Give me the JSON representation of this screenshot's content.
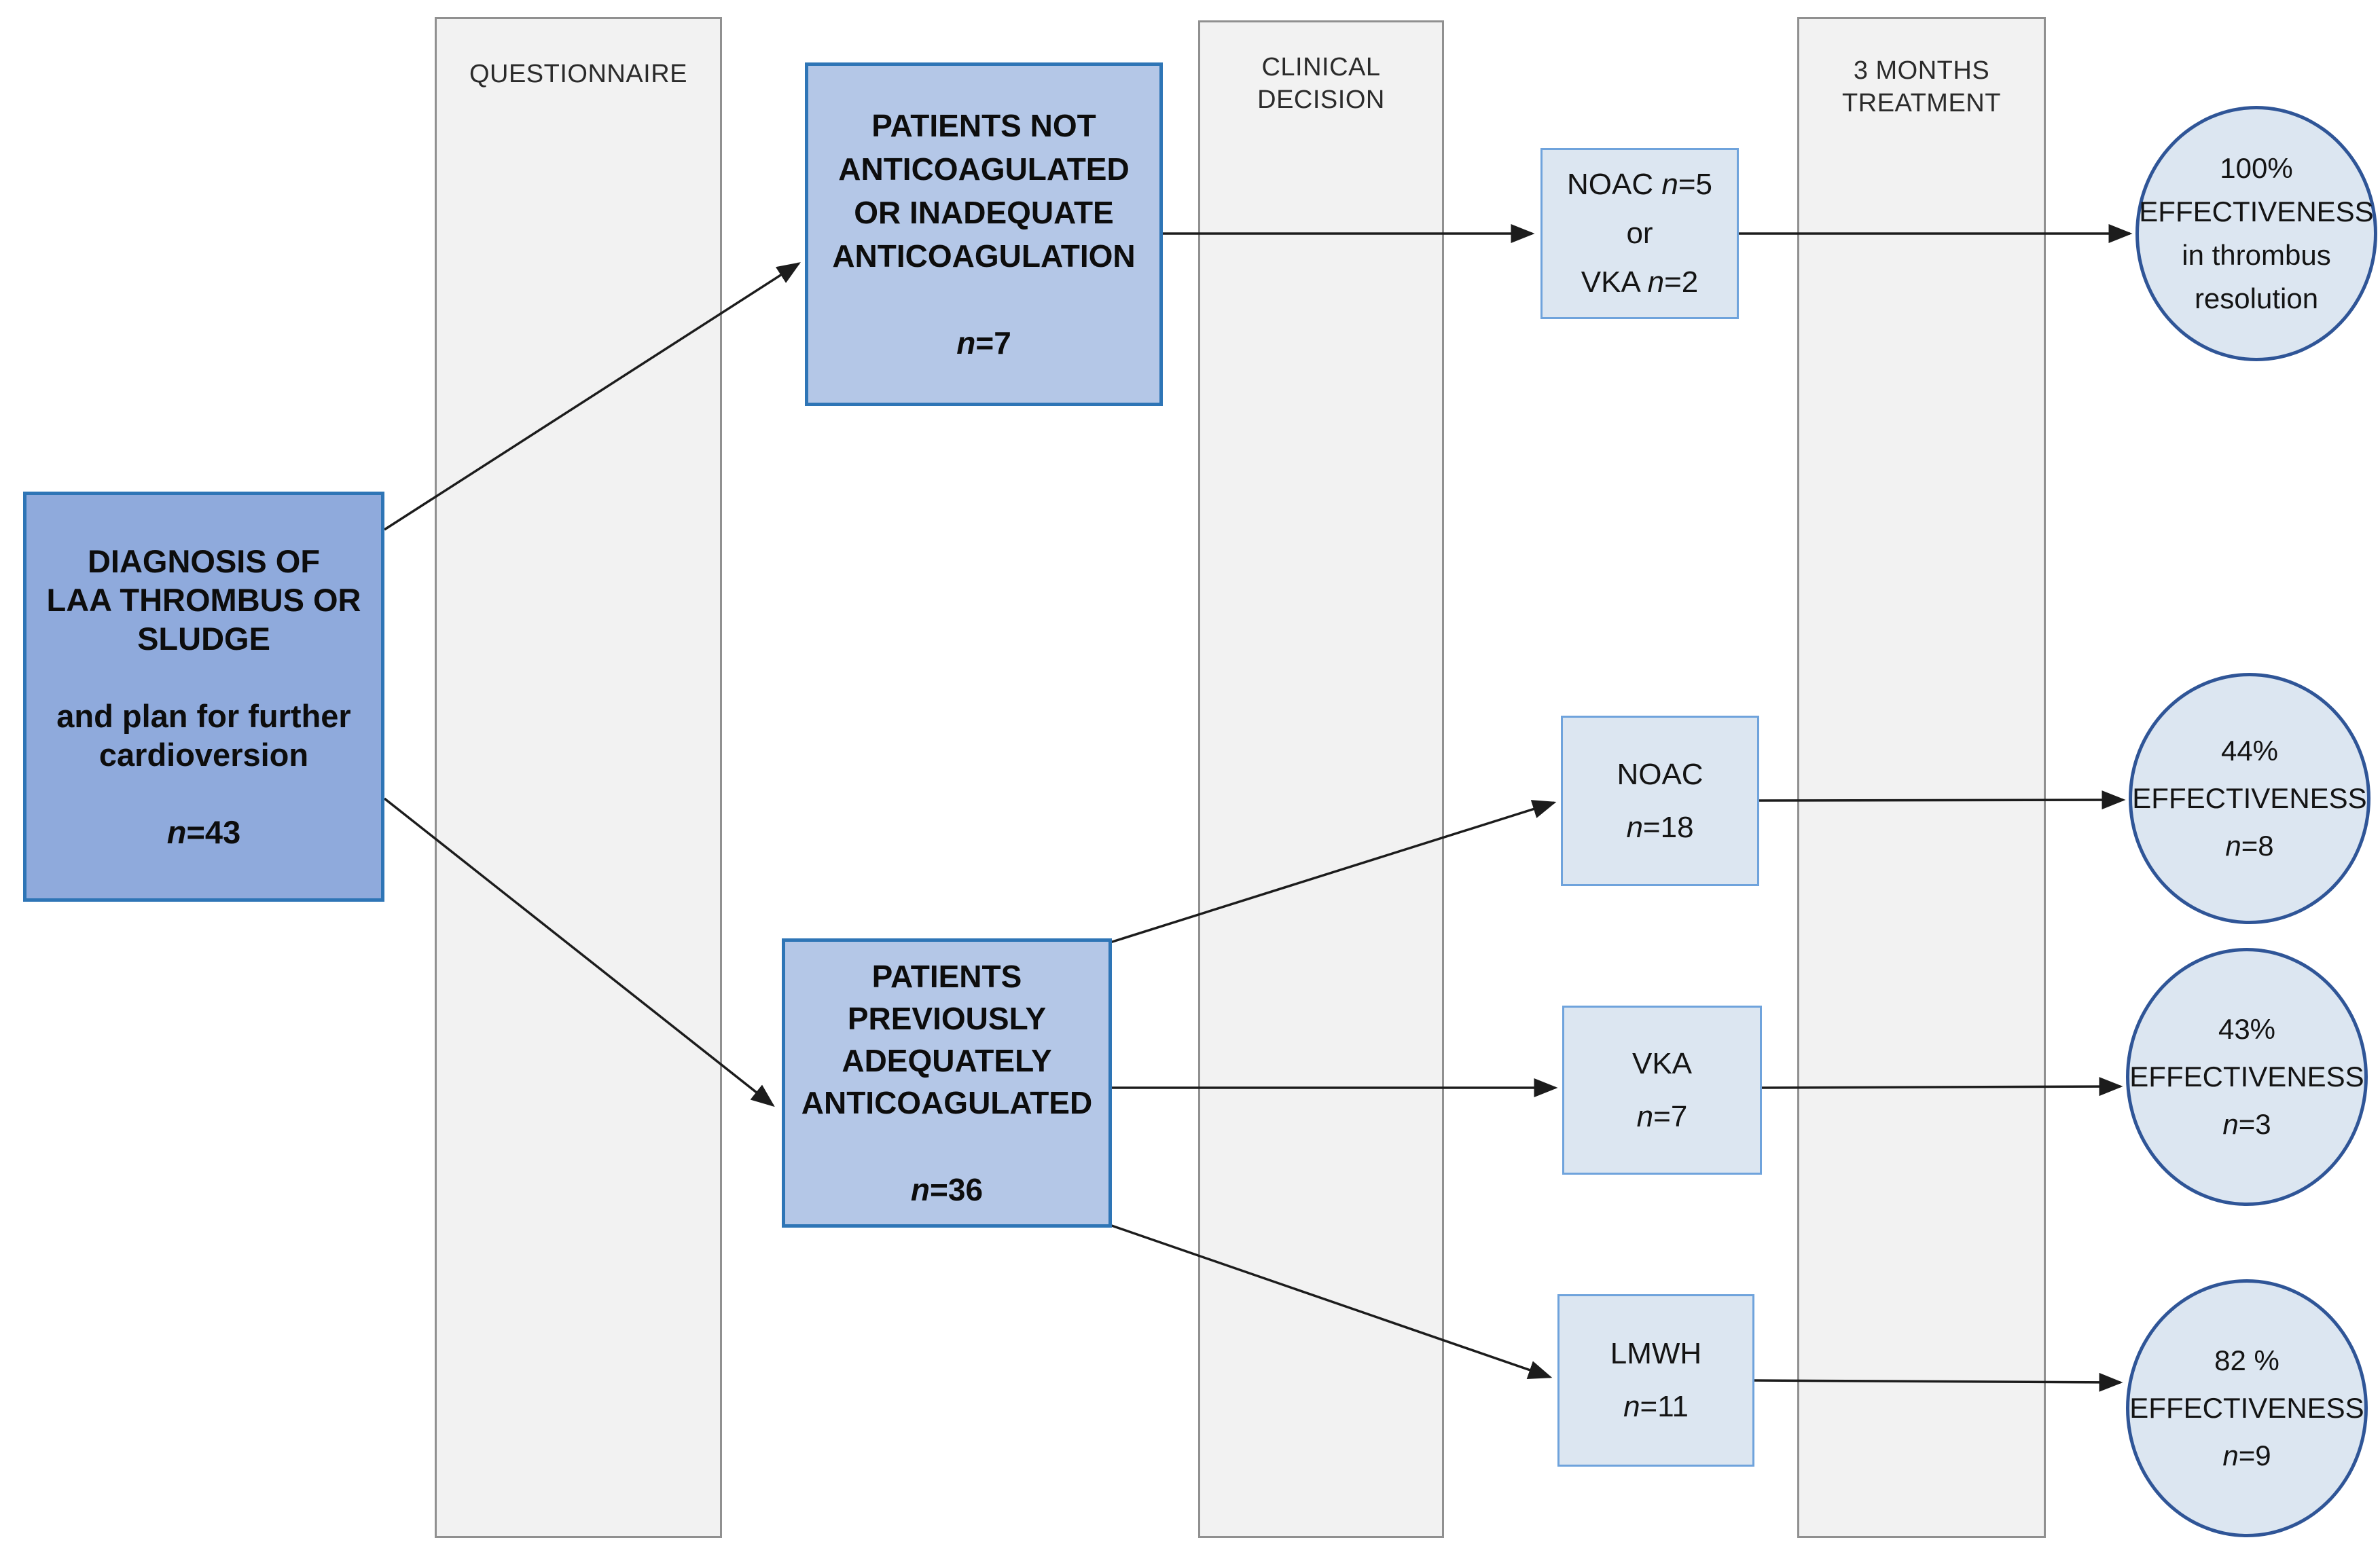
{
  "lanes": {
    "questionnaire": {
      "line1": "QUESTIONNAIRE"
    },
    "clinical_decision": {
      "line1": "CLINICAL",
      "line2": "DECISION"
    },
    "treatment": {
      "line1": "3 MONTHS",
      "line2": "TREATMENT"
    }
  },
  "nodes": {
    "diagnosis": {
      "line1": "DIAGNOSIS OF",
      "line2": "LAA THROMBUS OR",
      "line3": "SLUDGE",
      "line4": "and plan for further",
      "line5": "cardioversion",
      "count": "n=43"
    },
    "not_anticoagulated": {
      "line1": "PATIENTS NOT",
      "line2": "ANTICOAGULATED",
      "line3": "OR INADEQUATE",
      "line4": "ANTICOAGULATION",
      "count": "n=7"
    },
    "previously_anticoagulated": {
      "line1": "PATIENTS",
      "line2": "PREVIOUSLY",
      "line3": "ADEQUATELY",
      "line4": "ANTICOAGULATED",
      "count": "n=36"
    },
    "noac_or_vka": {
      "line1": "NOAC n=5",
      "line2": "or",
      "line3": "VKA n=2"
    },
    "noac": {
      "line1": "NOAC",
      "count": "n=18"
    },
    "vka": {
      "line1": "VKA",
      "count": "n=7"
    },
    "lmwh": {
      "line1": "LMWH",
      "count": "n=11"
    },
    "outcome_top": {
      "line1": "100%",
      "line2": "EFFECTIVENESS",
      "line3": "in thrombus",
      "line4": "resolution"
    },
    "outcome_noac": {
      "line1": "44%",
      "line2": "EFFECTIVENESS",
      "count": "n=8"
    },
    "outcome_vka": {
      "line1": "43%",
      "line2": "EFFECTIVENESS",
      "count": "n=3"
    },
    "outcome_lmwh": {
      "line1": "82 %",
      "line2": "EFFECTIVENESS",
      "count": "n=9"
    }
  },
  "palette": {
    "dark_box_fill": "#8faadc",
    "mid_box_fill": "#b4c7e7",
    "light_box_fill": "#dce6f1",
    "box_border_blue": "#2e75b6",
    "light_box_border": "#6fa3dc",
    "circle_border": "#2f5597",
    "lane_fill": "#f2f2f2",
    "lane_border": "#909090",
    "arrow_color": "#1c1c1c"
  }
}
